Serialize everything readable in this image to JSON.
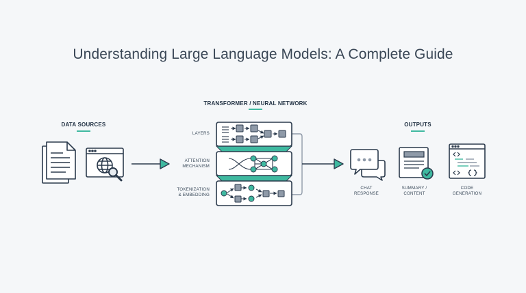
{
  "title": "Understanding Large Language Models: A Complete Guide",
  "data_sources": {
    "heading": "DATA SOURCES",
    "icons": [
      "document-stack-icon",
      "web-search-icon"
    ]
  },
  "transformer": {
    "heading": "TRANSFORMER / NEURAL NETWORK",
    "layers": [
      {
        "label": "LAYERS"
      },
      {
        "label_lines": [
          "ATTENTION",
          "MECHANISM"
        ]
      },
      {
        "label_lines": [
          "TOKENIZATION",
          "& EMBEDDING"
        ]
      }
    ]
  },
  "outputs": {
    "heading": "OUTPUTS",
    "items": [
      {
        "icon": "chat-bubbles-icon",
        "label_lines": [
          "CHAT",
          "RESPONSE"
        ]
      },
      {
        "icon": "summary-document-icon",
        "label_lines": [
          "SUMMARY /",
          "CONTENT"
        ]
      },
      {
        "icon": "code-window-icon",
        "label_lines": [
          "CODE",
          "GENERATION"
        ]
      }
    ]
  },
  "colors": {
    "accent": "#3fb9a0",
    "stroke": "#2b3a4c",
    "box_fill": "#ffffff",
    "block_fill": "#8f9aa8",
    "background": "#f5f7f9"
  }
}
